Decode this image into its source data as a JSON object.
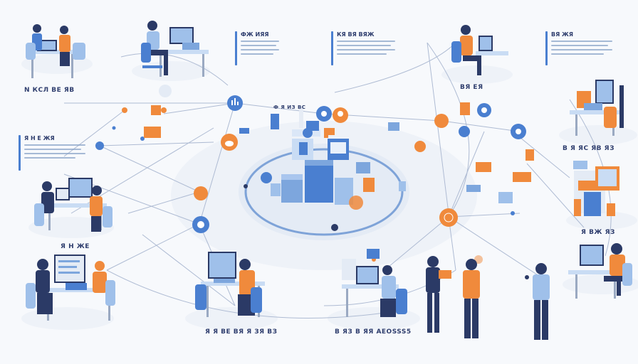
{
  "labels": {
    "top_left": "N КСЛ ВЕ ЯВ",
    "scene_top_center": "Ф Я ИЗ ВС",
    "mid_left": "Я Н ЖЕ",
    "bottom_center_left": "Я Я ВЕ ВЯ Я ЗЯ ВЗ",
    "bottom_center_right": "В ЯЗ В ЯЯ AEOSSS5",
    "top_right": "ВЯ ЕЯ",
    "right_mid_upper": "В Я ЯС ЯВ ЯЗ",
    "right_mid_lower": "Я ВЖ ЯЗ"
  },
  "text_blocks": {
    "block_a": "ФЖ ИЯЯ",
    "block_b": "КЯ ВЯ ВЯЖ",
    "block_c": "ВЯ ЖЯ",
    "block_d": "Я Н Е ЖЯ"
  },
  "colors": {
    "accent": "#f08a3c",
    "primary": "#4a7fd0",
    "navy": "#2b3a66",
    "light_blue": "#9fc0ea",
    "line": "#aebbd3",
    "background": "#f7f9fc"
  },
  "icons": [
    "gear-icon",
    "cloud-icon",
    "chart-icon",
    "lightbulb-icon",
    "globe-icon",
    "user-icon",
    "document-icon",
    "server-icon",
    "laptop-icon",
    "network-node-icon"
  ]
}
